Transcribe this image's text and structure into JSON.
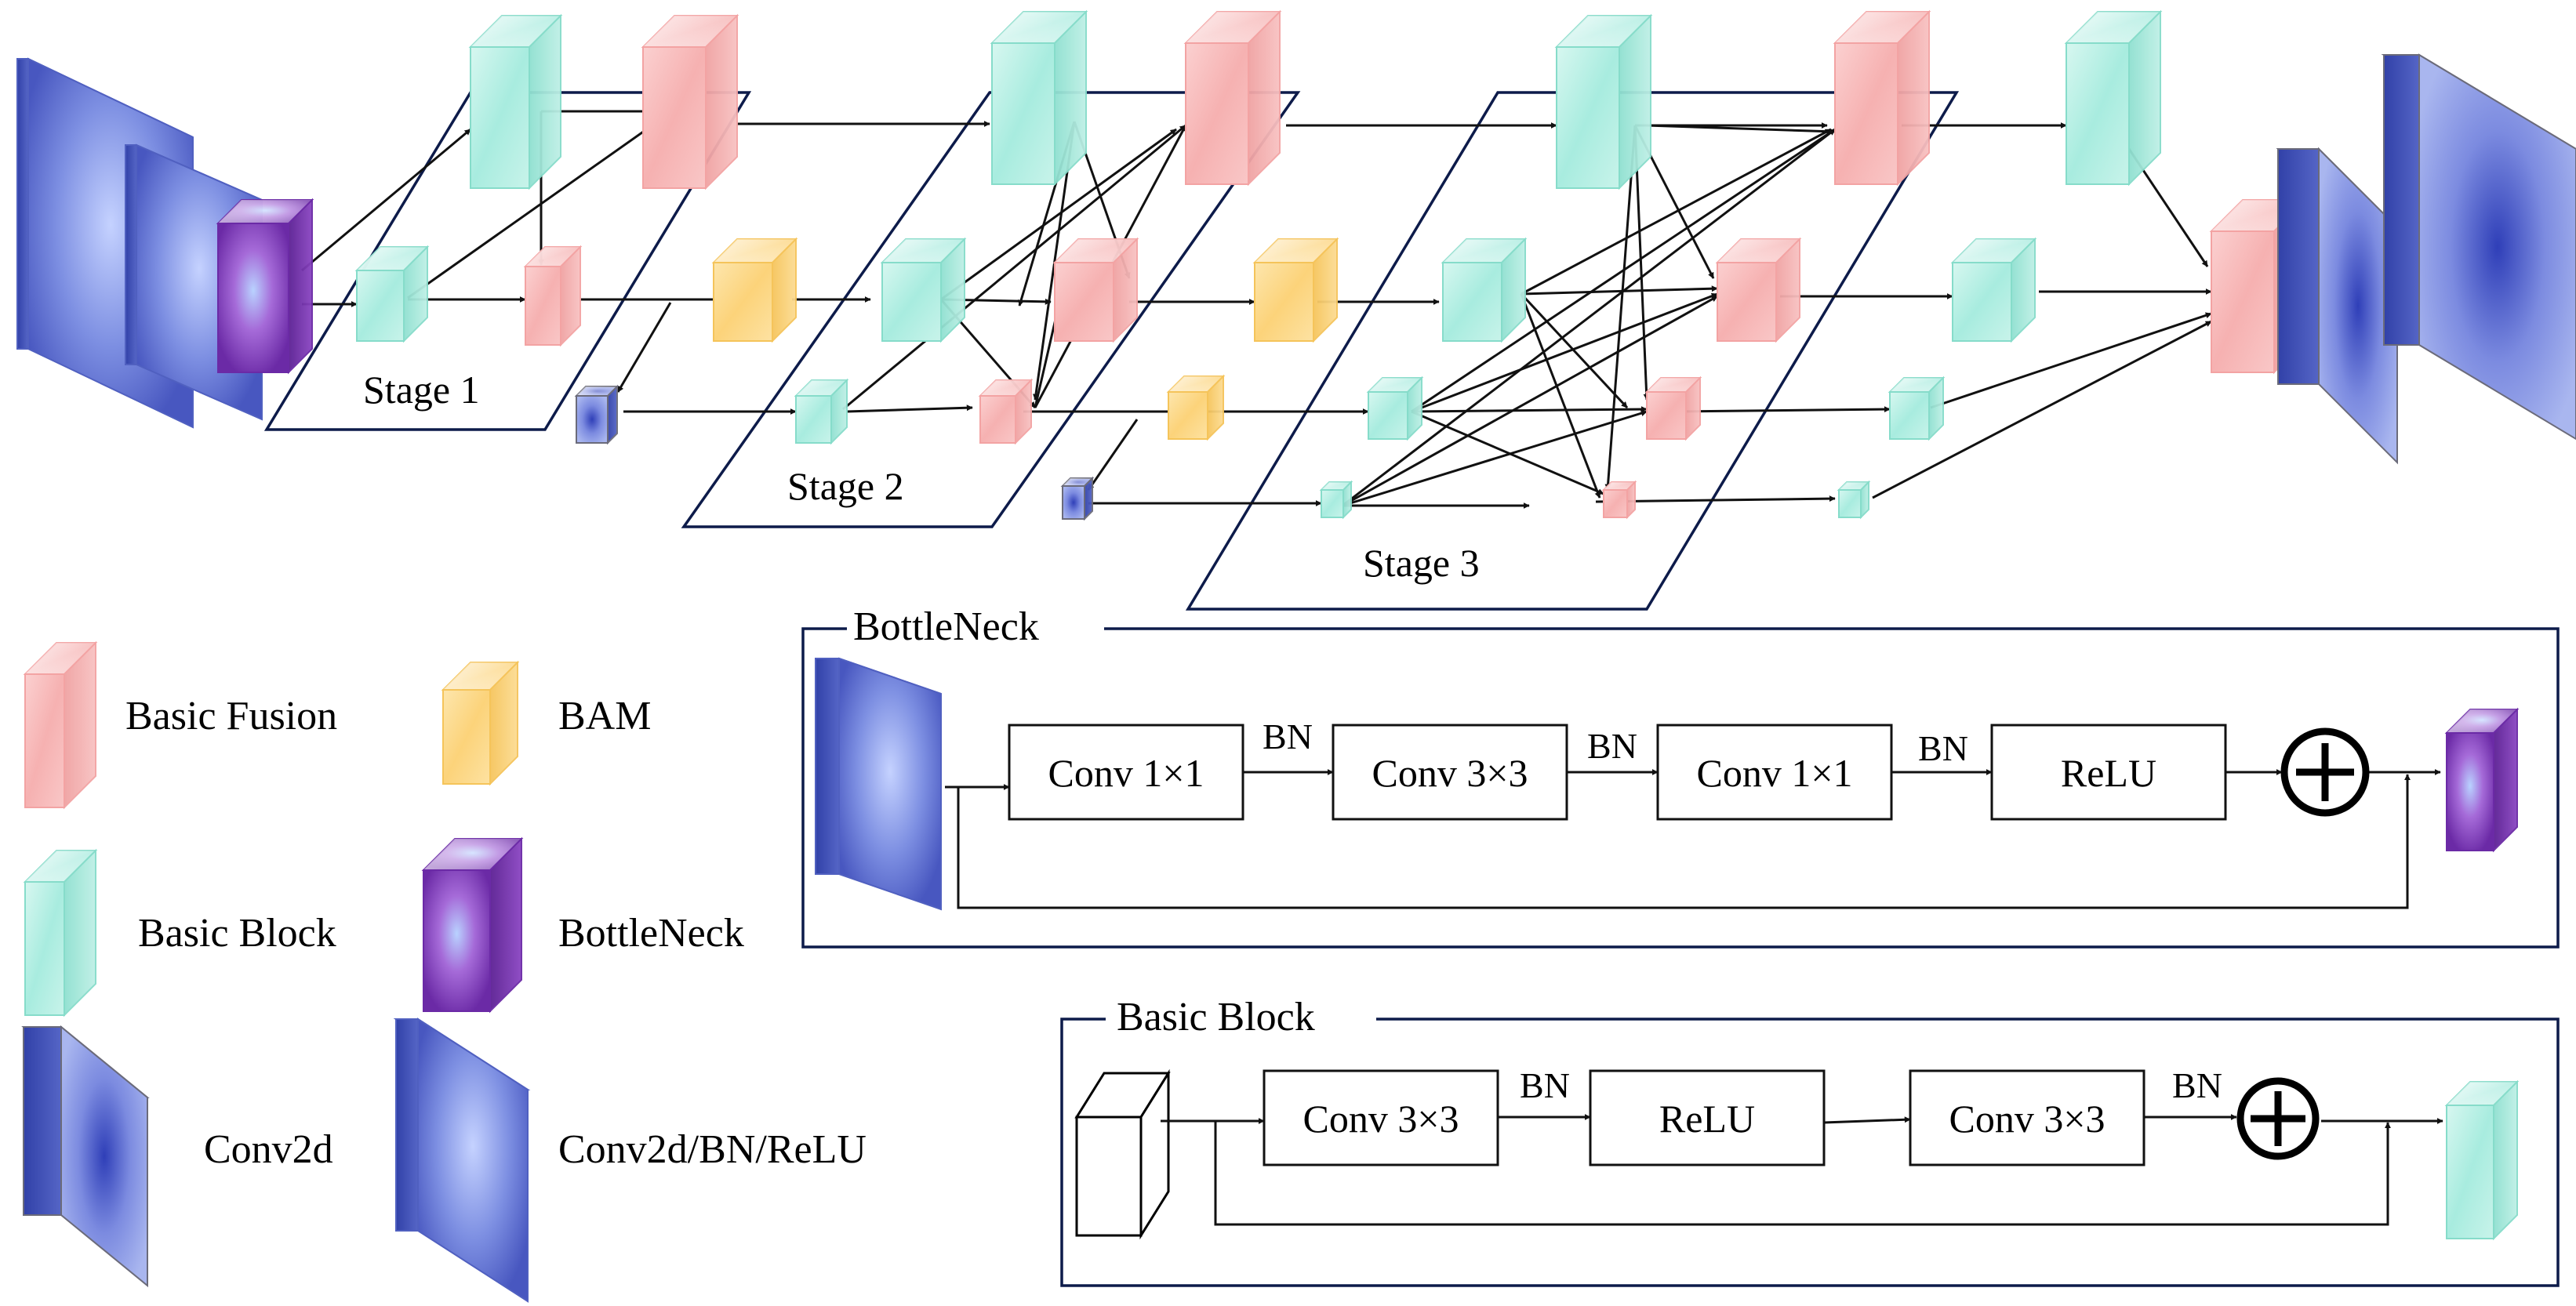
{
  "stages": [
    "Stage 1",
    "Stage 2",
    "Stage 3"
  ],
  "legend": {
    "basic_fusion": "Basic Fusion",
    "bam": "BAM",
    "basic_block": "Basic Block",
    "bottleneck": "BottleNeck",
    "conv2d": "Conv2d",
    "conv2d_bn_relu": "Conv2d/BN/ReLU"
  },
  "bottleneck_panel": {
    "title": "BottleNeck",
    "ops": [
      "Conv 1×1",
      "Conv 3×3",
      "Conv 1×1",
      "ReLU"
    ],
    "bn_labels": [
      "BN",
      "BN",
      "BN"
    ]
  },
  "basic_block_panel": {
    "title": "Basic Block",
    "ops": [
      "Conv 3×3",
      "ReLU",
      "Conv 3×3"
    ],
    "bn_labels": [
      "BN",
      "BN"
    ]
  },
  "colors": {
    "basic_fusion": "#f7b6b6",
    "bam": "#fcd77c",
    "basic_block": "#a8ecdf",
    "bottleneck": "#9b4bc9",
    "conv": "#4d5fc4",
    "frame": "#0d1b4a"
  }
}
